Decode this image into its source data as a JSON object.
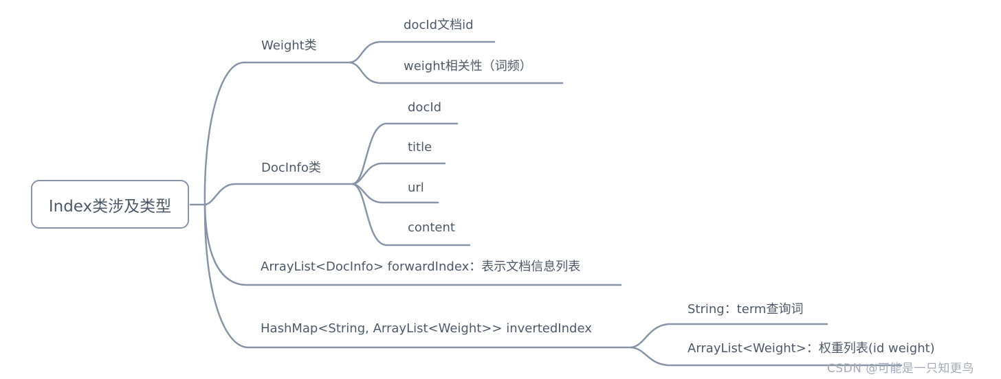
{
  "root": {
    "label": "Index类涉及类型"
  },
  "branches": [
    {
      "label": "Weight类",
      "children": [
        {
          "label": "docId文档id"
        },
        {
          "label": "weight相关性（词频）"
        }
      ]
    },
    {
      "label": "DocInfo类",
      "children": [
        {
          "label": "docId"
        },
        {
          "label": "title"
        },
        {
          "label": "url"
        },
        {
          "label": "content"
        }
      ]
    },
    {
      "label": "ArrayList<DocInfo> forwardIndex：表示文档信息列表",
      "children": []
    },
    {
      "label": "HashMap<String, ArrayList<Weight>> invertedIndex",
      "children": [
        {
          "label": "String：term查询词"
        },
        {
          "label": "ArrayList<Weight>：权重列表(id weight)"
        }
      ]
    }
  ],
  "watermark": {
    "text": "CSDN @可能是一只知更鸟"
  },
  "colors": {
    "line": "#8893a6",
    "text": "#4e5866",
    "root_border": "#8893a6",
    "watermark": "#a4aab4",
    "background": "#ffffff"
  }
}
